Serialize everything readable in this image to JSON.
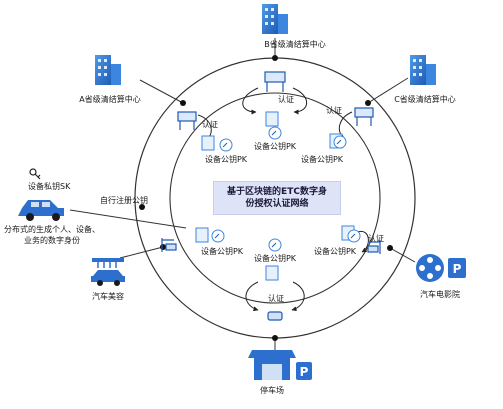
{
  "center": {
    "line1": "基于区块链的ETC数字身",
    "line2": "份授权认证网络"
  },
  "centers": {
    "b": "B省级清结算中心",
    "a": "A省级清结算中心",
    "c": "C省级清结算中心"
  },
  "sites": {
    "car_beauty": "汽车美容",
    "parking": "停车场",
    "cinema": "汽车电影院"
  },
  "left_panel": {
    "key_label": "设备私钥SK",
    "register_label": "自行注册公钥",
    "identity_line1": "分布式的生成个人、设备、",
    "identity_line2": "业务的数字身份"
  },
  "device_pk_label": "设备公钥PK",
  "auth_label": "认证",
  "colors": {
    "blue": "#1f5bb5",
    "light_blue": "#3d86e0",
    "line": "#333333"
  }
}
